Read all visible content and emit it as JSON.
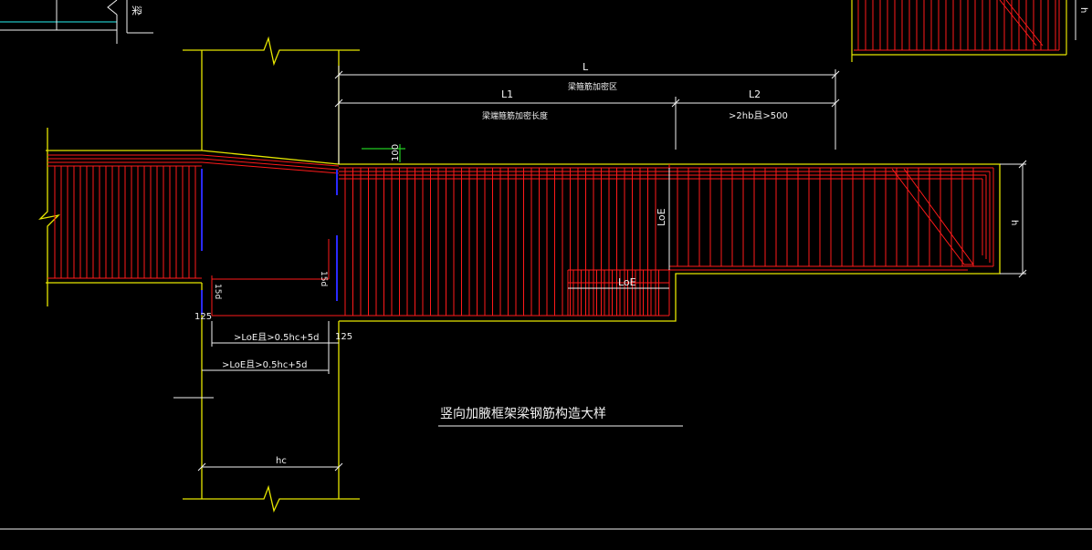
{
  "colors": {
    "background": "#000000",
    "outline": "#e6e600",
    "rebar": "#ff1a1a",
    "dimension": "#ffffff",
    "center_line": "#2a2aff",
    "marker": "#22cc22",
    "aux_line": "#20c0c0"
  },
  "title": "竖向加腋框架梁钢筋构造大样",
  "dimensions": {
    "L": "L",
    "L1": "L1",
    "L2": "L2",
    "L1_note": "梁端箍筋加密长度",
    "L_note": "梁箍筋加密区",
    "L2_note": ">2hb且>500",
    "LoE_vertical": "LoE",
    "LoE_horizontal": "LoE",
    "h": "h",
    "anchor_top": ">LoE且>0.5hc+5d",
    "anchor_bottom": ">LoE且>0.5hc+5d",
    "hc": "hc",
    "d15_left": "15d",
    "d15_right": "15d",
    "offset_left": "125",
    "offset_right": "125",
    "marker_100": "100"
  },
  "fragments": {
    "top_left_text": "梁"
  }
}
